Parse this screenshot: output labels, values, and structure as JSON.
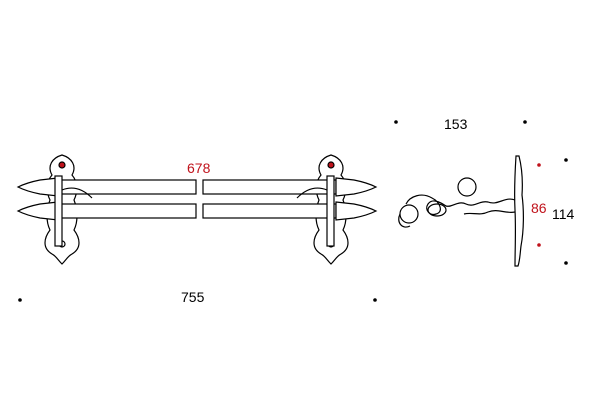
{
  "dimensions": {
    "inner_width": "678",
    "overall_width": "755",
    "depth": "153",
    "inner_height": "86",
    "overall_height": "114"
  },
  "colors": {
    "line": "#000000",
    "accent": "#c0121b",
    "background": "#ffffff"
  }
}
